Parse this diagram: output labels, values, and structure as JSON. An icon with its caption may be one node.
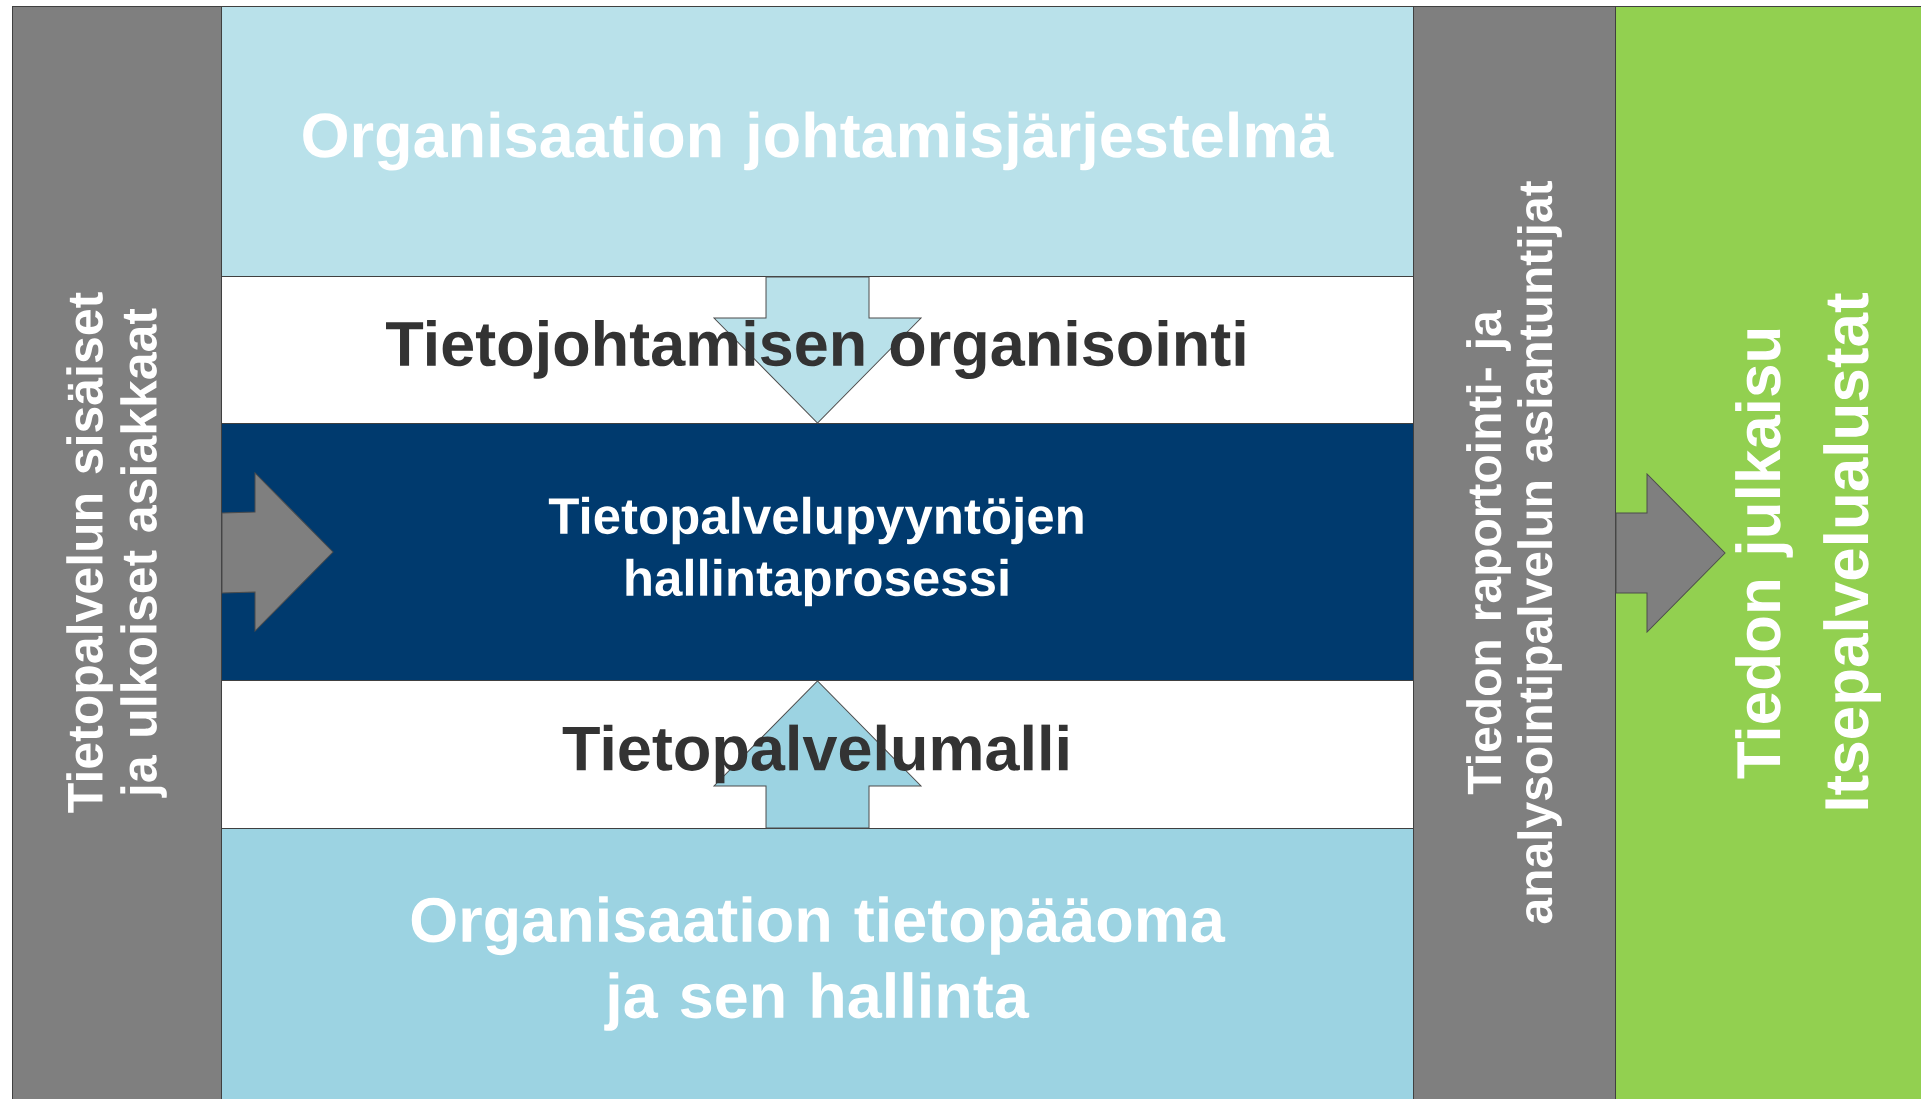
{
  "diagram": {
    "nodes": [
      {
        "text": [
          "Tietopalvelun sisäiset ja ulkoiset asiakkaat"
        ]
      },
      {
        "text": [
          "Organisaation johtamisjärjestelmä"
        ]
      },
      {
        "text": [
          "Tietojohtamisen organisointi"
        ]
      },
      {
        "text": [
          "Tietopalvelupyyntöjen hallintaprosessi"
        ]
      },
      {
        "text": [
          "Tietopalvelumalli"
        ]
      },
      {
        "text": [
          "Organisaation tietopääoma ja sen hallinta"
        ]
      },
      {
        "text": [
          "Tiedon raportointi- ja analysointipalvelun asiantuntijat"
        ]
      },
      {
        "text": [
          "Tiedon julkaisu",
          "Itsepalvelualustat"
        ]
      }
    ],
    "edges": [
      {
        "from": 1,
        "to": 3,
        "arrow": "to",
        "color": "#b9e1ea"
      },
      {
        "from": 5,
        "to": 3,
        "arrow": "to",
        "color": "#9cd3e2"
      },
      {
        "from": 0,
        "to": 3,
        "arrow": "to",
        "color": "#7f7f7f"
      },
      {
        "from": 6,
        "to": 7,
        "arrow": "to",
        "color": "#7f7f7f"
      }
    ]
  }
}
